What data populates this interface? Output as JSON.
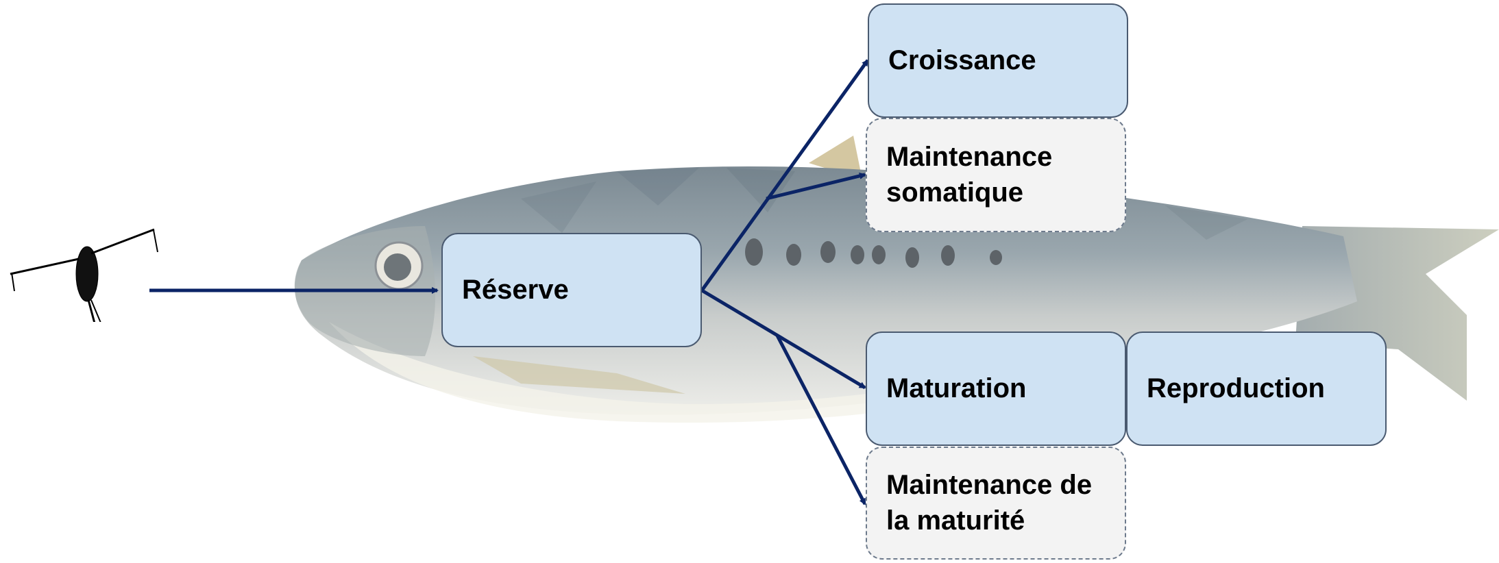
{
  "diagram": {
    "nodes": {
      "reserve": "Réserve",
      "croissance": "Croissance",
      "maintenance_somatique": "Maintenance\nsomatique",
      "maturation": "Maturation",
      "reproduction": "Reproduction",
      "maintenance_maturite": "Maintenance de\nla maturité"
    },
    "edges": [
      {
        "from": "copepod",
        "to": "reserve"
      },
      {
        "from": "reserve",
        "to": "croissance"
      },
      {
        "from": "reserve",
        "to": "maintenance_somatique"
      },
      {
        "from": "reserve",
        "to": "maturation"
      },
      {
        "from": "reserve",
        "to": "maintenance_maturite"
      }
    ]
  },
  "colors": {
    "arrow": "#0b2466",
    "solid_box_fill": "#cfe2f3",
    "dashed_box_fill": "#f3f3f3"
  },
  "illustrations": {
    "prey": "copepod-silhouette",
    "background": "sardine-fish-lowpoly"
  }
}
